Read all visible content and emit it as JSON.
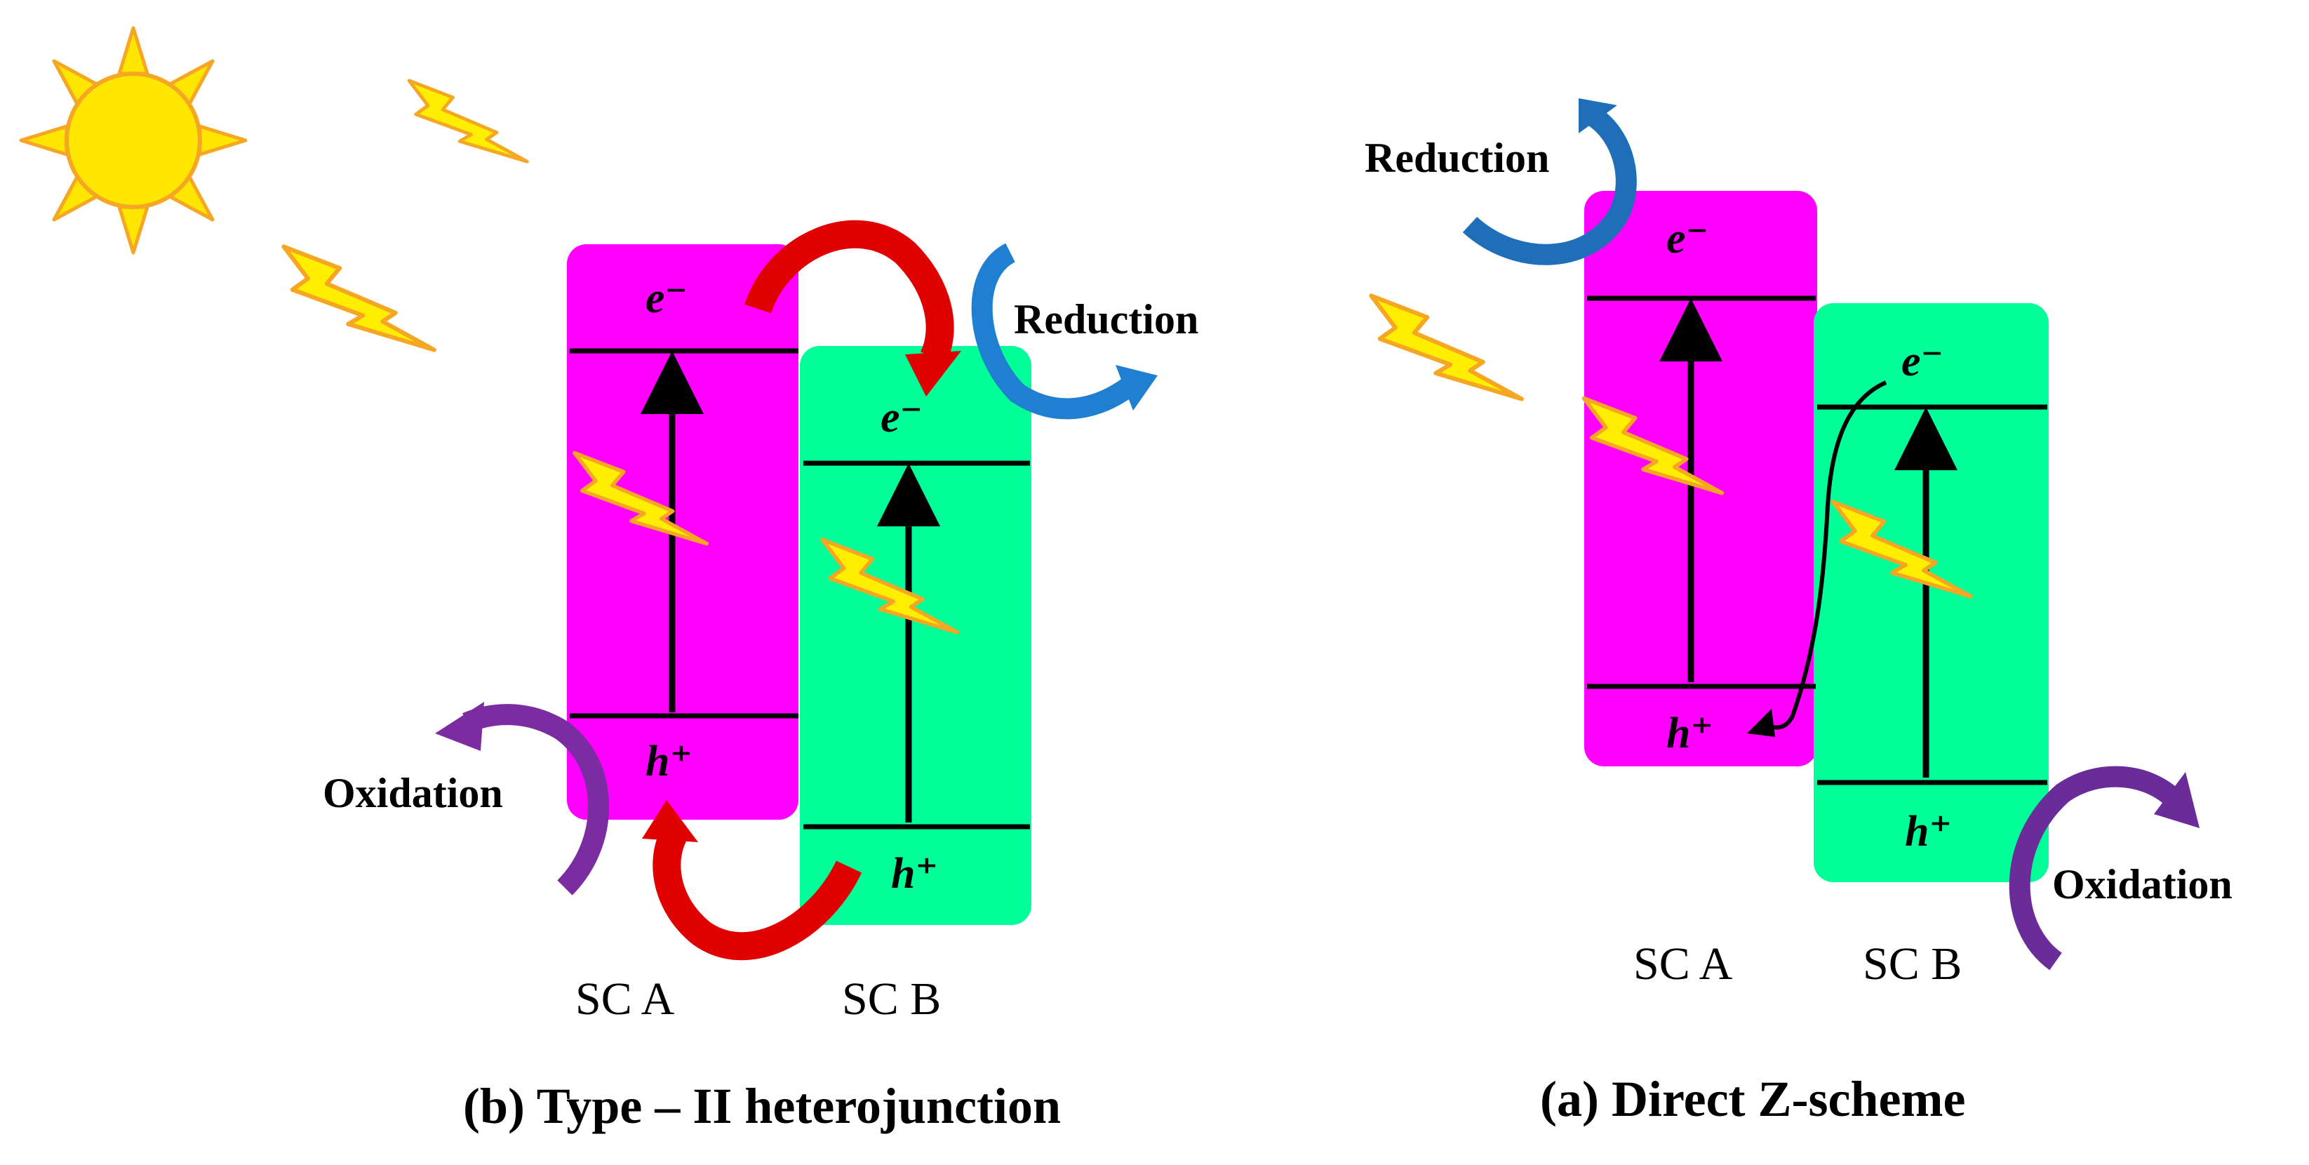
{
  "colors": {
    "sc_a": "#ff00ff",
    "sc_b": "#00ff99",
    "sun": "#ffe600",
    "sun_outline": "#f5a623",
    "transfer_arrow": "#ff1a1a",
    "reduction_arrow": "#1f7fd0",
    "oxidation_arrow": "#7a2ca0",
    "band_line": "#000000"
  },
  "type2": {
    "caption": "(b) Type – II heterojunction",
    "sc_a_label": "SC A",
    "sc_b_label": "SC B",
    "electron_a": "e⁻",
    "electron_b": "e⁻",
    "hole_a": "h⁺",
    "hole_b": "h⁺",
    "reduction": "Reduction",
    "oxidation": "Oxidation"
  },
  "zscheme": {
    "caption": "(a) Direct Z-scheme",
    "sc_a_label": "SC A",
    "sc_b_label": "SC B",
    "electron_a": "e⁻",
    "electron_b": "e⁻",
    "hole_a": "h⁺",
    "hole_b": "h⁺",
    "reduction": "Reduction",
    "oxidation": "Oxidation"
  },
  "icons": [
    "sun-icon",
    "lightning-bolt-icon"
  ]
}
